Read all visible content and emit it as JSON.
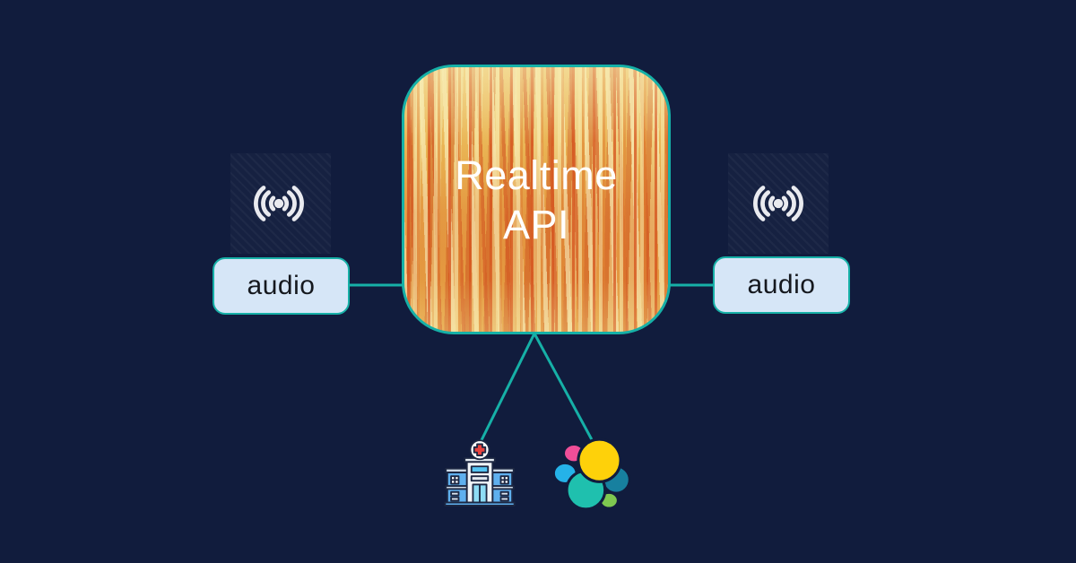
{
  "diagram": {
    "title": "Realtime API audio architecture diagram",
    "nodes": {
      "center": {
        "label": "Realtime API",
        "label_line1": "Realtime",
        "label_line2": "API",
        "text_color": "#ffffff",
        "texture": "orange-yellow-flame-paint",
        "texture_colors": [
          "#eed896",
          "#e6b45a",
          "#df8a3e",
          "#d55c24"
        ]
      },
      "audio_left": {
        "label": "audio",
        "fill": "#d6e6f7",
        "text_color": "#15181e"
      },
      "audio_right": {
        "label": "audio",
        "fill": "#d6e6f7",
        "text_color": "#15181e"
      },
      "hospital": {
        "icon": "hospital-building-icon",
        "palette": [
          "#5fb0ef",
          "#f1f4f8",
          "#55c4f2",
          "#8edcf5",
          "#e8433f",
          "#1d2742"
        ]
      },
      "elastic": {
        "icon": "elasticsearch-cluster-logo",
        "palette": [
          "#fed10a",
          "#f04e98",
          "#25b2e8",
          "#17809f",
          "#1fc0ae",
          "#7ec850"
        ]
      }
    },
    "icons": {
      "broadcast_left": "live-broadcast-icon",
      "broadcast_right": "live-broadcast-icon",
      "icon_color": "#e9eaef"
    },
    "connectors": [
      {
        "from": "audio-left",
        "to": "realtime-api",
        "style": "horizontal"
      },
      {
        "from": "realtime-api",
        "to": "audio-right",
        "style": "horizontal"
      },
      {
        "from": "realtime-api",
        "to": "hospital",
        "style": "diagonal"
      },
      {
        "from": "realtime-api",
        "to": "elastic",
        "style": "diagonal"
      }
    ]
  },
  "colors": {
    "bg": "#111c3d",
    "accent": "#16b0a7",
    "audio-fill": "#d6e6f7",
    "audio-text": "#15181e",
    "node-text": "#ffffff",
    "icon-color": "#e9eaef"
  }
}
